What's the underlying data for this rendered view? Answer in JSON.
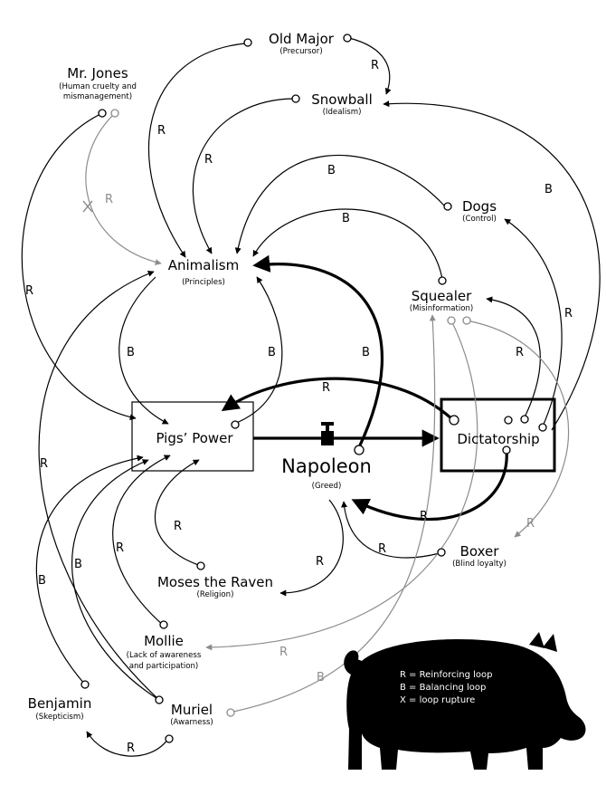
{
  "nodes": {
    "old_major": {
      "name": "Old Major",
      "desc": "(Precursor)"
    },
    "mr_jones": {
      "name": "Mr. Jones",
      "desc1": "(Human cruelty and",
      "desc2": "mismanagement)"
    },
    "snowball": {
      "name": "Snowball",
      "desc": "(Idealism)"
    },
    "dogs": {
      "name": "Dogs",
      "desc": "(Control)"
    },
    "animalism": {
      "name": "Animalism",
      "desc": "(Principles)"
    },
    "squealer": {
      "name": "Squealer",
      "desc": "(Misinformation)"
    },
    "pigs_power": {
      "name": "Pigs’ Power"
    },
    "dictatorship": {
      "name": "Dictatorship"
    },
    "napoleon": {
      "name": "Napoleon",
      "desc": "(Greed)"
    },
    "boxer": {
      "name": "Boxer",
      "desc": "(Blind loyalty)"
    },
    "moses": {
      "name": "Moses the Raven",
      "desc": "(Religion)"
    },
    "mollie": {
      "name": "Mollie",
      "desc1": "(Lack of awareness",
      "desc2": "and participation)"
    },
    "benjamin": {
      "name": "Benjamin",
      "desc": "(Skepticism)"
    },
    "muriel": {
      "name": "Muriel",
      "desc": "(Awarness)"
    }
  },
  "legend": {
    "r": "R = Reinforcing loop",
    "b": "B = Balancing loop",
    "x": "X = loop rupture"
  },
  "loop_labels": {
    "reinforcing": "R",
    "balancing": "B"
  }
}
